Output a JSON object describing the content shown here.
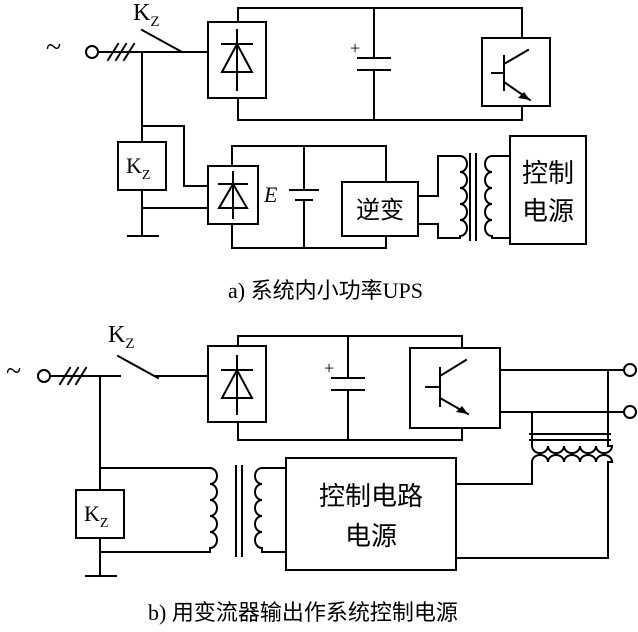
{
  "labels": {
    "relay": "K",
    "relay_sub": "Z",
    "battery": "E",
    "plus": "+",
    "ac": "~",
    "inverter": "逆变",
    "ctrl_a_line1": "控制",
    "ctrl_a_line2": "电源",
    "ctrl_b_line1": "控制电路",
    "ctrl_b_line2": "电源"
  },
  "captions": {
    "a": "a) 系统内小功率UPS",
    "b": "b) 用变流器输出作系统控制电源"
  }
}
